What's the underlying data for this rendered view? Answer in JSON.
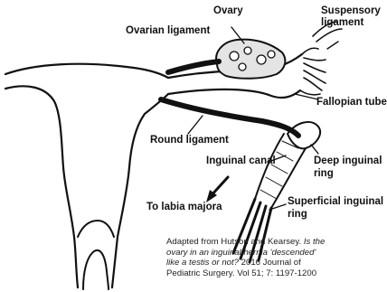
{
  "labels": {
    "ovary": "Ovary",
    "suspensory_1": "Suspensory",
    "suspensory_2": "ligament",
    "ovarian_ligament": "Ovarian ligament",
    "fallopian_tube": "Fallopian tube",
    "round_ligament": "Round ligament",
    "inguinal_canal": "Inguinal canal",
    "deep_inguinal_1": "Deep inguinal",
    "deep_inguinal_2": "ring",
    "to_labia_majora": "To labia majora",
    "superficial_inguinal_1": "Superficial inguinal",
    "superficial_inguinal_2": "ring"
  },
  "citation": {
    "line1": "Adapted from Hutson and Kearsey.",
    "line1_italic": "Is the",
    "line2": "ovary in an inguinal hernia 'descended'",
    "line3_italic": "like a testis or not?",
    "line3": "2016 Journal of",
    "line4": "Pediatric Surgery. Vol 51; 7: 1197-1200"
  }
}
